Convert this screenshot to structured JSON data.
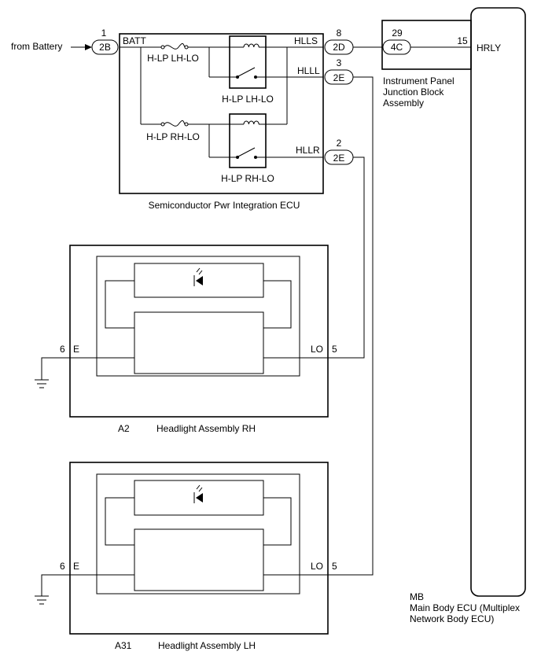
{
  "source_label": "from Battery",
  "ecu_semiconductor": {
    "name": "Semiconductor Pwr Integration ECU",
    "batt_pin_number": "1",
    "batt_connector": "2B",
    "batt_label": "BATT",
    "fuse_lh_label": "H-LP LH-LO",
    "fuse_rh_label": "H-LP RH-LO",
    "relay_lh_label": "H-LP LH-LO",
    "relay_rh_label": "H-LP RH-LO",
    "hlls_label": "HLLS",
    "hlls_pin_number": "8",
    "hlls_connector": "2D",
    "hlll_label": "HLLL",
    "hlll_pin_number": "3",
    "hlll_connector": "2E",
    "hllr_label": "HLLR",
    "hllr_pin_number": "2",
    "hllr_connector": "2E"
  },
  "junction_block": {
    "pin_number": "29",
    "connector": "4C",
    "name_lines": [
      "Instrument Panel",
      "Junction Block",
      "Assembly"
    ]
  },
  "main_body_ecu": {
    "pin_number": "15",
    "pin_label": "HRLY",
    "code": "MB",
    "name_lines": [
      "Main Body ECU (Multiplex",
      "Network Body ECU)"
    ]
  },
  "headlight_rh": {
    "code": "A2",
    "name": "Headlight Assembly RH",
    "e_pin_number": "6",
    "e_label": "E",
    "lo_label": "LO",
    "lo_pin_number": "5"
  },
  "headlight_lh": {
    "code": "A31",
    "name": "Headlight Assembly LH",
    "e_pin_number": "6",
    "e_label": "E",
    "lo_label": "LO",
    "lo_pin_number": "5"
  }
}
